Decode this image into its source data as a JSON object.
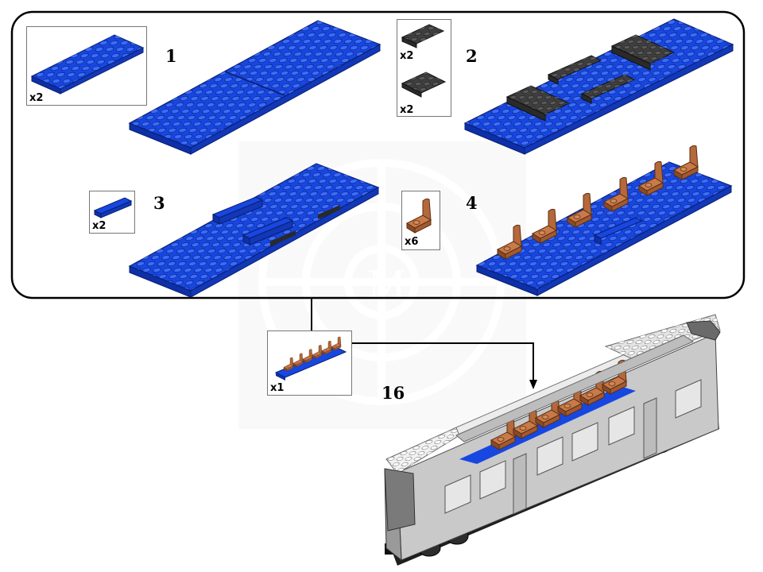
{
  "colors": {
    "plate_blue": "#1747e0",
    "plate_blue_dark": "#0d2fa8",
    "plate_blue_light": "#3d6cf5",
    "tile_dark_gray": "#3f3f3f",
    "seat_brown": "#b5683a",
    "seat_brown_dark": "#7d4222",
    "car_gray": "#c9c9c9",
    "car_white": "#f2f2f2",
    "underframe_black": "#1e1e1e"
  },
  "substeps": [
    {
      "number": "1",
      "parts": [
        {
          "qty": "x2",
          "part": "blue-plate-4x10-icon"
        }
      ]
    },
    {
      "number": "2",
      "parts": [
        {
          "qty": "x2",
          "part": "dark-gray-plate-1x4-icon"
        },
        {
          "qty": "x2",
          "part": "dark-gray-plate-2x4-icon"
        }
      ]
    },
    {
      "number": "3",
      "parts": [
        {
          "qty": "x2",
          "part": "blue-tile-1x4-icon"
        }
      ]
    },
    {
      "number": "4",
      "parts": [
        {
          "qty": "x6",
          "part": "brown-seat-icon"
        }
      ]
    }
  ],
  "step": {
    "number": "16",
    "subassembly_qty": "x1"
  }
}
